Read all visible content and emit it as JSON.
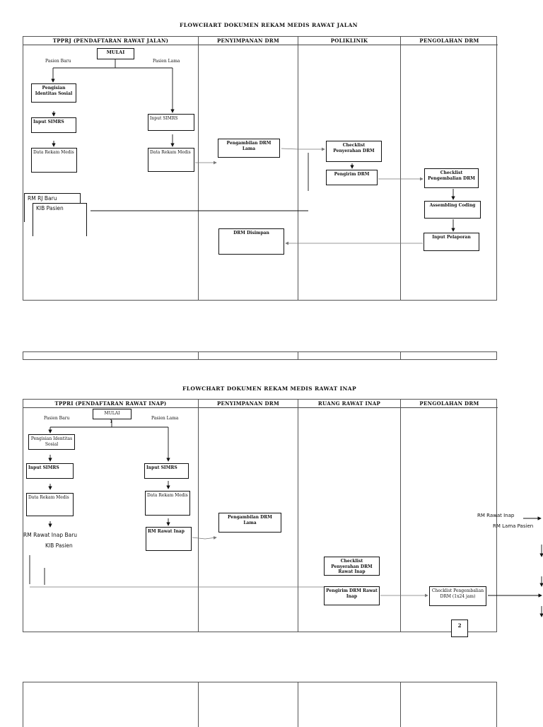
{
  "diagram1": {
    "title": "FLOWCHART DOKUMEN REKAM MEDIS RAWAT JALAN",
    "lanes": [
      "TPPRJ (PENDAFTARAN RAWAT JALAN)",
      "PENYIMPANAN DRM",
      "POLIKLINIK",
      "PENGOLAHAN DRM"
    ],
    "start": "MULAI",
    "pasien_baru": "Pasien Baru",
    "pasien_lama": "Pasien Lama",
    "pengisian": "Pengisian Identitas Sosial",
    "input_baru": "Input SIMRS",
    "input_lama": "Input SIMRS",
    "data_baru": "Data Rekam Medis",
    "data_lama": "Data Rekam Medis",
    "doc_rm": "RM RJ Baru",
    "doc_kib": "KIB Pasien",
    "pengambilan": "Pengambilan DRM Lama",
    "checklist": "Checklist Penyerahan DRM",
    "pengiriman": "Pengirim DRM",
    "checklist_pengembalian": "Checklist Pengembalian DRM",
    "assembling": "Assembling Coding",
    "input_pelaporan": "Input Pelaporan",
    "disimpan": "DRM Disimpan"
  },
  "diagram2": {
    "title": "FLOWCHART DOKUMEN REKAM MEDIS RAWAT INAP",
    "lanes": [
      "TPPRI (PENDAFTARAN RAWAT INAP)",
      "PENYIMPANAN DRM",
      "RUANG RAWAT INAP",
      "PENGOLAHAN DRM"
    ],
    "start": "MULAI",
    "start_num": "1",
    "pasien_baru": "Pasien Baru",
    "pasien_lama": "Pasien Lama",
    "pengisian": "Pengisian Identitas Sosial",
    "input_baru": "Input SIMRS",
    "input_lama": "Input SIMRS",
    "data_baru": "Data Rekam Medis",
    "data_lama": "Data Rekam Medis",
    "rm_baru": "RM Rawat Inap Baru",
    "kib": "KIB Pasien",
    "rm_rawat_inap": "RM Rawat Inap",
    "pengambilan": "Pengambilan DRM Lama",
    "checklist": "Checklist Penyerahan DRM Rawat Inap",
    "pengiriman": "Pengirim DRM Rawat Inap",
    "checklist_pengembalian": "Checklist Pengembalian DRM (1x24 jam)",
    "connector": "2",
    "offpage_rm_rawat_inap": "RM Rawat Inap",
    "offpage_rm_lama": "RM  Lama Pasien"
  }
}
